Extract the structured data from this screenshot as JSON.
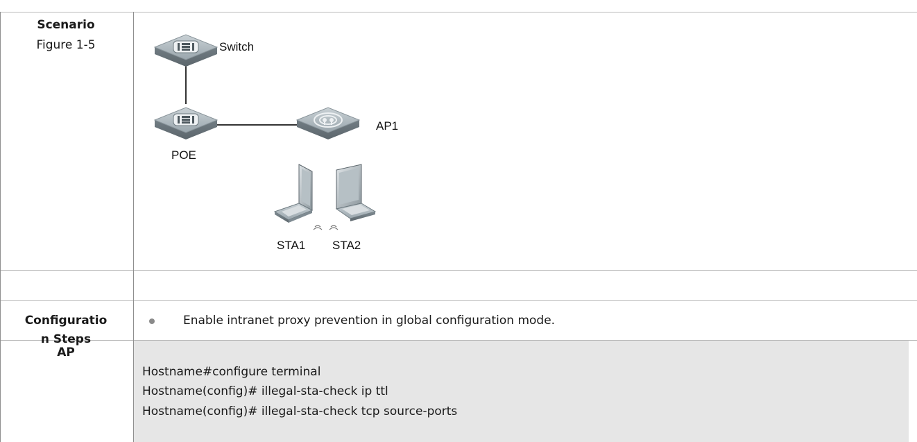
{
  "rows": {
    "scenario": {
      "title": "Scenario",
      "figure": "Figure 1-5"
    },
    "config": {
      "title_line1": "Configuratio",
      "title_line2": "n Steps",
      "steps": [
        "Enable intranet proxy prevention in global configuration mode."
      ]
    },
    "ap": {
      "title": "AP",
      "code": [
        "Hostname#configure terminal",
        "Hostname(config)# illegal-sta-check ip ttl",
        "Hostname(config)# illegal-sta-check tcp source-ports"
      ]
    }
  },
  "diagram": {
    "nodes": [
      {
        "id": "switch",
        "label": "Switch",
        "icon": "switch-icon"
      },
      {
        "id": "poe",
        "label": "POE",
        "icon": "switch-icon"
      },
      {
        "id": "ap1",
        "label": "AP1",
        "icon": "access-point-icon"
      },
      {
        "id": "sta1",
        "label": "STA1",
        "icon": "laptop-icon"
      },
      {
        "id": "sta2",
        "label": "STA2",
        "icon": "laptop-icon"
      }
    ],
    "links": [
      [
        "switch",
        "poe"
      ],
      [
        "poe",
        "ap1"
      ]
    ]
  }
}
